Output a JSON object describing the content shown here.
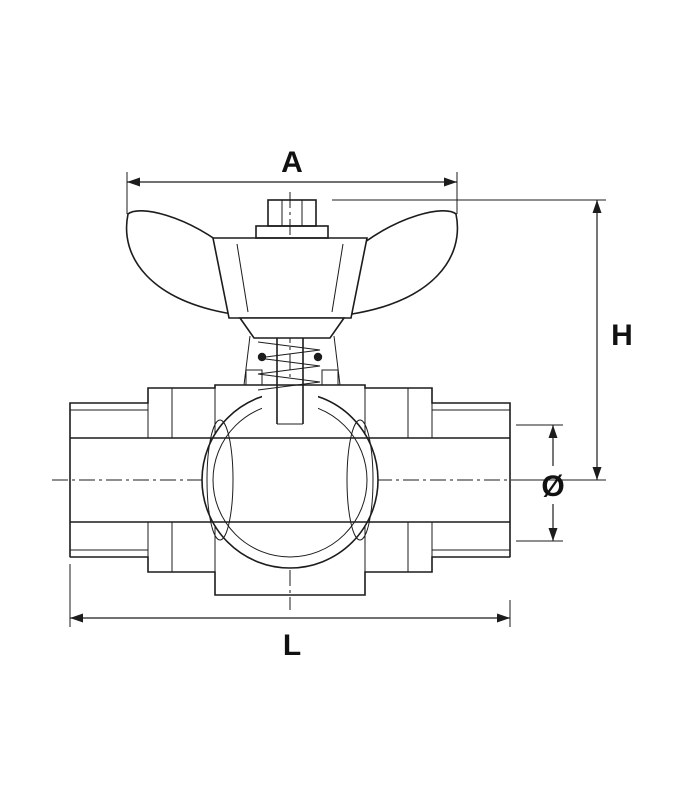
{
  "page": {
    "background_color": "#ffffff",
    "line_color": "#1c1c1c"
  },
  "diagram": {
    "type": "technical-drawing",
    "subject": "Sectional drawing of a ball valve with butterfly T-handle",
    "labels": {
      "width_top": "A",
      "height_right": "H",
      "diameter_right": "Ø",
      "length_bottom": "L"
    }
  }
}
